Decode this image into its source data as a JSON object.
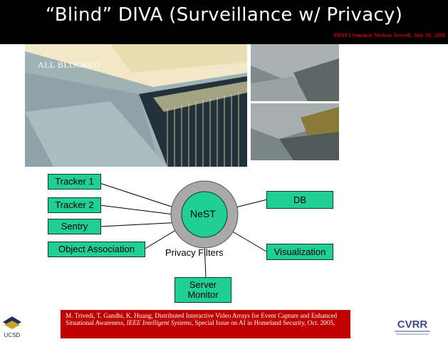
{
  "title": "“Blind” DIVA (Surveillance w/ Privacy)",
  "subtitle": "PRMA Seminar Mohan Trivedi, July 10, 2008",
  "photo_overlay": "ALL BLOCKED",
  "diagram": {
    "center": "NeST",
    "ring_label": "Privacy Filters",
    "left_nodes": [
      "Tracker 1",
      "Tracker 2",
      "Sentry",
      "Object Association"
    ],
    "right_nodes": [
      "DB",
      "Visualization"
    ],
    "bottom_node": "Server Monitor"
  },
  "citation": {
    "part1": "M. Trivedi, T. Gandhi, K. Huang, Distributed Interactive Video Arrays for Event Capture and Enhanced Situational Awareness, ",
    "journal": "IEEE Intelligent Systems,",
    "part2": " Special Issue on AI in Homeland Security, Oct. 2005,"
  },
  "logos": {
    "left": "UCSD",
    "right": "CVRR"
  },
  "colors": {
    "header_bg": "#000000",
    "subtitle": "#c00000",
    "node_fill": "#1fcf93",
    "ring": "#a9a9a9",
    "citation_bg": "#c00000"
  }
}
